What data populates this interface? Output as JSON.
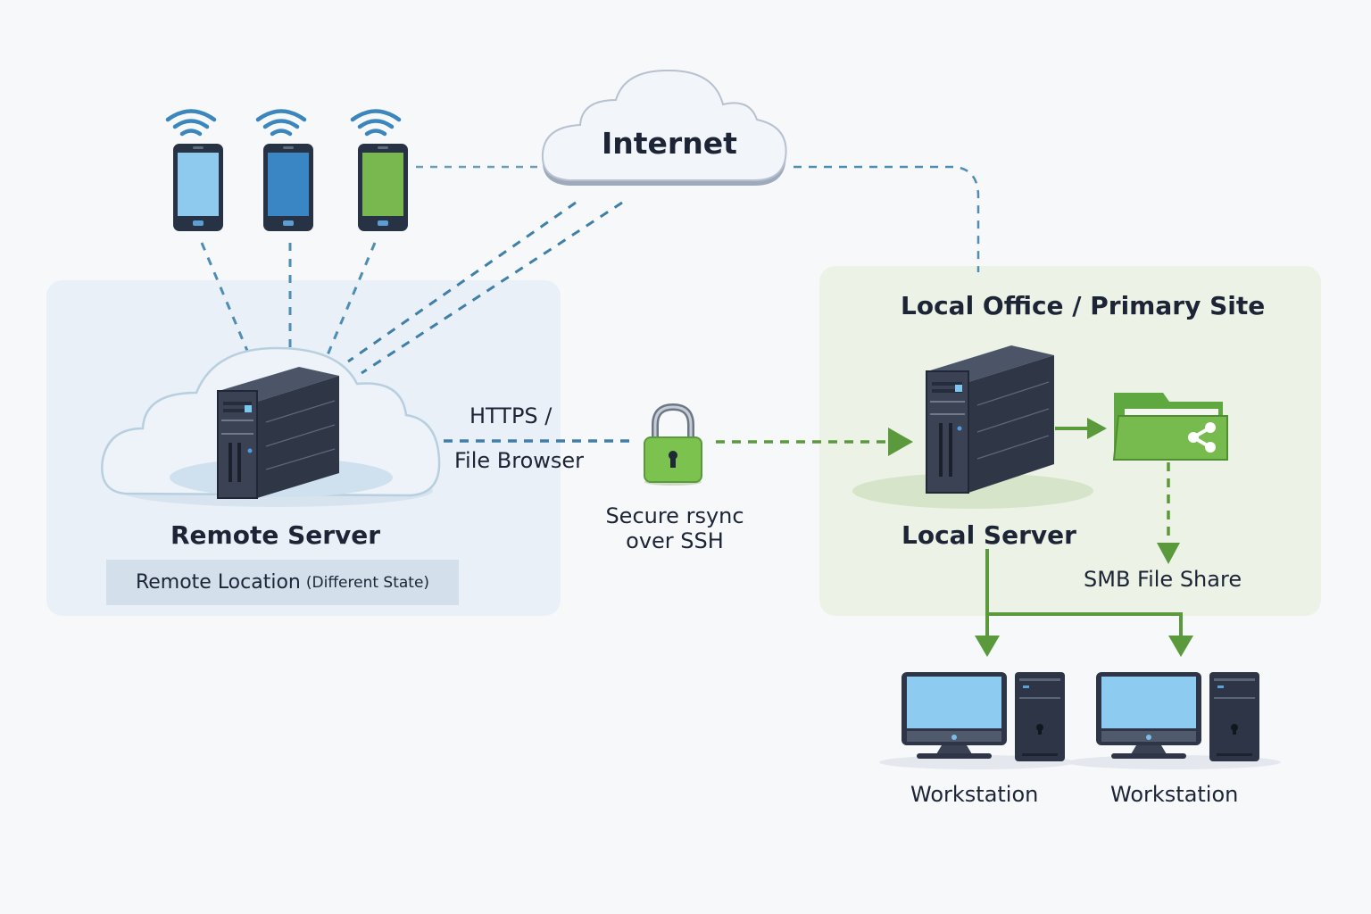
{
  "diagram": {
    "internet": {
      "label": "Internet",
      "icon": "cloud-icon"
    },
    "mobile_devices": [
      {
        "icon": "smartphone-icon",
        "signal_icon": "wifi-icon",
        "screen_color": "#8ec9ee"
      },
      {
        "icon": "smartphone-icon",
        "signal_icon": "wifi-icon",
        "screen_color": "#3a85c4"
      },
      {
        "icon": "smartphone-icon",
        "signal_icon": "wifi-icon",
        "screen_color": "#78b84e"
      }
    ],
    "remote_site": {
      "server_label": "Remote Server",
      "location_label": "Remote Location",
      "location_note": "(Different State)",
      "server_icon": "server-tower-icon",
      "cloud_icon": "cloud-icon"
    },
    "connections": {
      "https_label_line1": "HTTPS /",
      "https_label_line2": "File Browser",
      "rsync_label_line1": "Secure rsync",
      "rsync_label_line2": "over SSH",
      "lock_icon": "padlock-icon"
    },
    "local_site": {
      "title": "Local Office / Primary Site",
      "server_label": "Local Server",
      "share_label": "SMB File Share",
      "share_icon": "shared-folder-icon",
      "workstations": [
        {
          "label": "Workstation",
          "icon": "desktop-computer-icon"
        },
        {
          "label": "Workstation",
          "icon": "desktop-computer-icon"
        }
      ]
    },
    "colors": {
      "blue_link": "#3f7fa8",
      "green_link": "#5a9a3c",
      "server_dark": "#353d4d",
      "text": "#1c2436",
      "remote_region": "#e9f0f8",
      "local_region": "#ecf2e6"
    }
  }
}
